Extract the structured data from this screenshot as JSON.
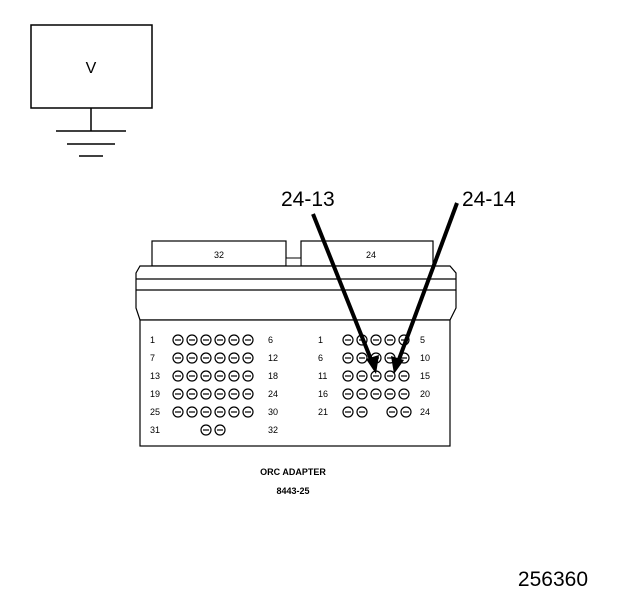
{
  "voltmeter": {
    "label": "V"
  },
  "callouts": [
    {
      "text": "24-13"
    },
    {
      "text": "24-14"
    }
  ],
  "connectors": {
    "left_tab": "32",
    "right_tab": "24"
  },
  "left_block": {
    "rows": [
      {
        "start": "1",
        "end": "6",
        "pins": 6
      },
      {
        "start": "7",
        "end": "12",
        "pins": 6
      },
      {
        "start": "13",
        "end": "18",
        "pins": 6
      },
      {
        "start": "19",
        "end": "24",
        "pins": 6
      },
      {
        "start": "25",
        "end": "30",
        "pins": 6
      },
      {
        "start": "31",
        "end": "32",
        "pins": 2
      }
    ]
  },
  "right_block": {
    "rows": [
      {
        "start": "1",
        "end": "5",
        "pins": 5
      },
      {
        "start": "6",
        "end": "10",
        "pins": 5
      },
      {
        "start": "11",
        "end": "15",
        "pins": 5
      },
      {
        "start": "16",
        "end": "20",
        "pins": 5
      },
      {
        "start": "21",
        "end": "24",
        "pins": 4
      }
    ]
  },
  "adapter": {
    "name": "ORC ADAPTER",
    "part_number": "8443-25"
  },
  "figure_id": "256360"
}
